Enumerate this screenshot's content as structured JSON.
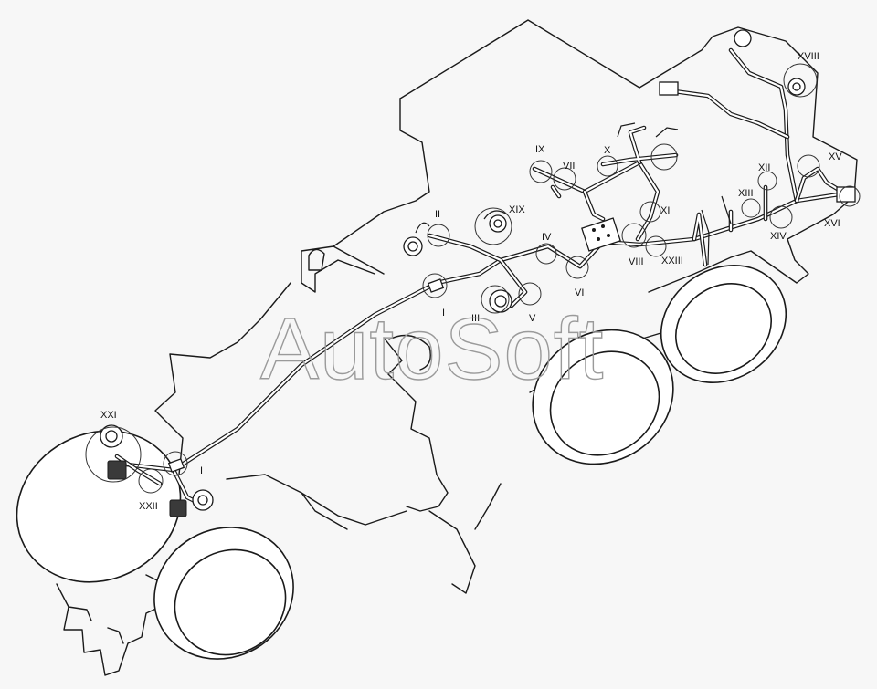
{
  "watermark": "AutoSoft",
  "callouts": [
    "I",
    "II",
    "III",
    "IV",
    "V",
    "VI",
    "VII",
    "VIII",
    "IX",
    "X",
    "XI",
    "XII",
    "XIII",
    "XIV",
    "XV",
    "XVI",
    "XVIII",
    "XIX",
    "XXI",
    "XXII",
    "XXIII"
  ],
  "labels": [
    {
      "id": "I",
      "text": "I"
    },
    {
      "id": "I2",
      "text": "I"
    },
    {
      "id": "II",
      "text": "II"
    },
    {
      "id": "III",
      "text": "III"
    },
    {
      "id": "IV",
      "text": "IV"
    },
    {
      "id": "V",
      "text": "V"
    },
    {
      "id": "VI",
      "text": "VI"
    },
    {
      "id": "VII",
      "text": "VII"
    },
    {
      "id": "VIII",
      "text": "VIII"
    },
    {
      "id": "IX",
      "text": "IX"
    },
    {
      "id": "X",
      "text": "X"
    },
    {
      "id": "XI",
      "text": "XI"
    },
    {
      "id": "XII",
      "text": "XII"
    },
    {
      "id": "XIII",
      "text": "XIII"
    },
    {
      "id": "XIV",
      "text": "XIV"
    },
    {
      "id": "XV",
      "text": "XV"
    },
    {
      "id": "XVI",
      "text": "XVI"
    },
    {
      "id": "XVIII",
      "text": "XVIII"
    },
    {
      "id": "XIX",
      "text": "XIX"
    },
    {
      "id": "XXI",
      "text": "XXI"
    },
    {
      "id": "XXII",
      "text": "XXII"
    },
    {
      "id": "XXIII",
      "text": "XXIII"
    }
  ]
}
